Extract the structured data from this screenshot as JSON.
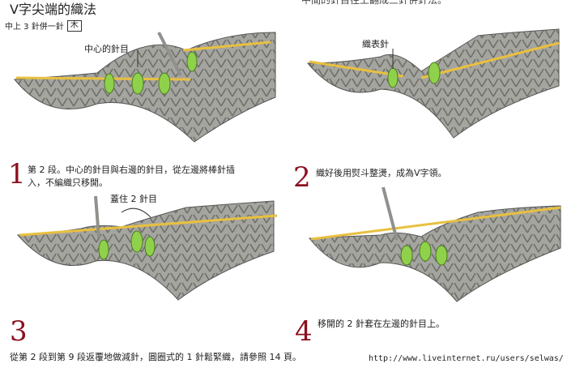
{
  "header": {
    "title": "V字尖端的織法",
    "top_right_partial": "中間的針目往上翻成三針併針法。",
    "subtitle_text": "中上 3 針併一針",
    "subtitle_symbol": "木"
  },
  "steps": [
    {
      "number": "1",
      "caption_line1": "第 2 段。中心的針目與右邊的針目，從左邊將棒針插",
      "caption_line2": "入，不編織只移開。",
      "label": "中心的針目"
    },
    {
      "number": "2",
      "caption_line1": "織好後用熨斗整燙，成為V字領。",
      "caption_line2": "",
      "label": "織表針"
    },
    {
      "number": "3",
      "caption_line1": "",
      "caption_line2": "",
      "label": "蓋住 2 針目"
    },
    {
      "number": "4",
      "caption_line1": "移開的 2 針套在左邊的針目上。",
      "caption_line2": "",
      "label": ""
    }
  ],
  "footer": {
    "text": "從第 2 段到第 9 段返覆地做減針，圓圈式的 1 針鬆緊織，請參照 14 頁。",
    "url": "http://www.liveinternet.ru/users/selwas/"
  },
  "colors": {
    "yarn": "#9a9a96",
    "yarn_shadow": "#6f6f6a",
    "highlight_stitch": "#8fd14a",
    "needle": "#e8c040",
    "step_number": "#8b1020"
  }
}
